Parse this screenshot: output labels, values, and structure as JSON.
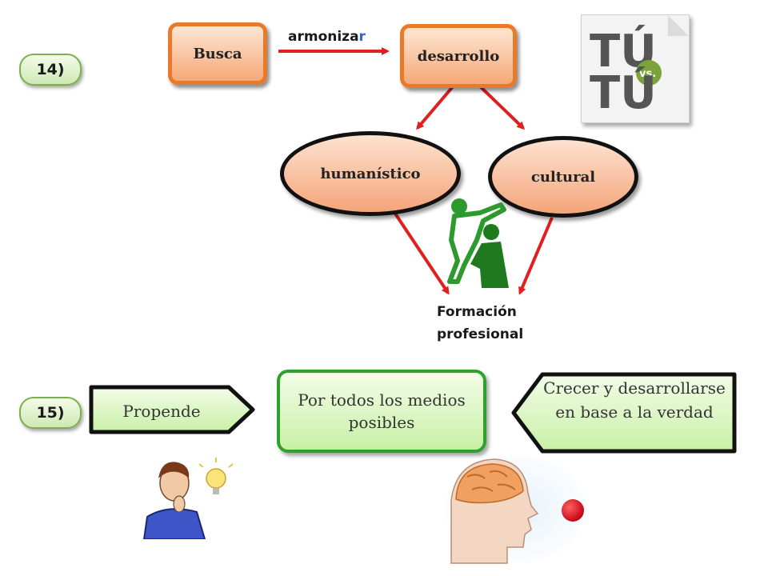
{
  "section14": {
    "badge": "14)",
    "busca": "Busca",
    "armonizar_main": "armoniza",
    "armonizar_last": "r",
    "desarrollo": "desarrollo",
    "humanistico": "humanístico",
    "cultural": "cultural",
    "formacion_line1": "Formación",
    "formacion_line2": "profesional",
    "logo_text_top": "TÚ",
    "logo_text_vs": "vs.",
    "logo_text_bottom": "TÚ"
  },
  "section15": {
    "badge": "15)",
    "propende": "Propende",
    "medios": "Por todos los medios posibles",
    "crecer": "Crecer y desarrollarse en base a la verdad"
  },
  "colors": {
    "arrow_red": "#e02020",
    "orange_border": "#e87a2c",
    "green_border": "#2ea02e",
    "accent_blue": "#3366cc"
  }
}
